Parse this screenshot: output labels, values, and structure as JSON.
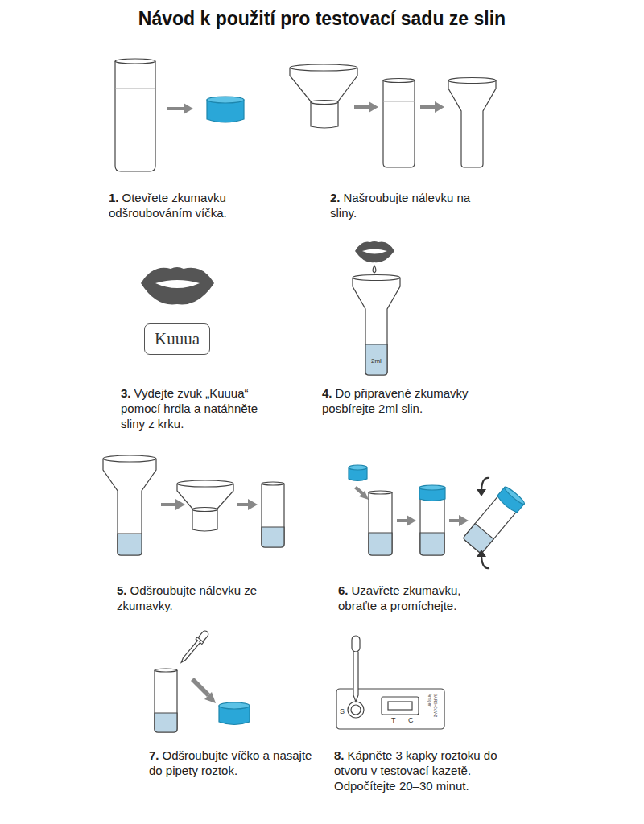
{
  "diagram": {
    "title": "Návod k použití pro testovací sadu ze slin",
    "nodes": [
      {
        "text": [
          "Kuuua"
        ]
      }
    ],
    "labels": [
      "1.",
      "Otevřete zkumavku odšroubováním víčka.",
      "2.",
      "Našroubujte nálevku na sliny.",
      "3.",
      "Vydejte zvuk „Kuuua“ pomocí hrdla a natáhněte sliny z krku.",
      "4.",
      "Do připravené zkumavky posbírejte 2ml slin.",
      "2ml",
      "5.",
      "Odšroubujte nálevku ze zkumavky.",
      "6.",
      "Uzavřete zkumavku, obraťte a promíchejte.",
      "7.",
      "Odšroubujte víčko a nasajte do pipety roztok.",
      "8.",
      "Kápněte 3 kapky roztoku do otvoru v testovací kazetě. Odpočítejte 20–30 minut.",
      "S",
      "T",
      "C",
      "SARS-CoV-2",
      "Antigen"
    ]
  }
}
